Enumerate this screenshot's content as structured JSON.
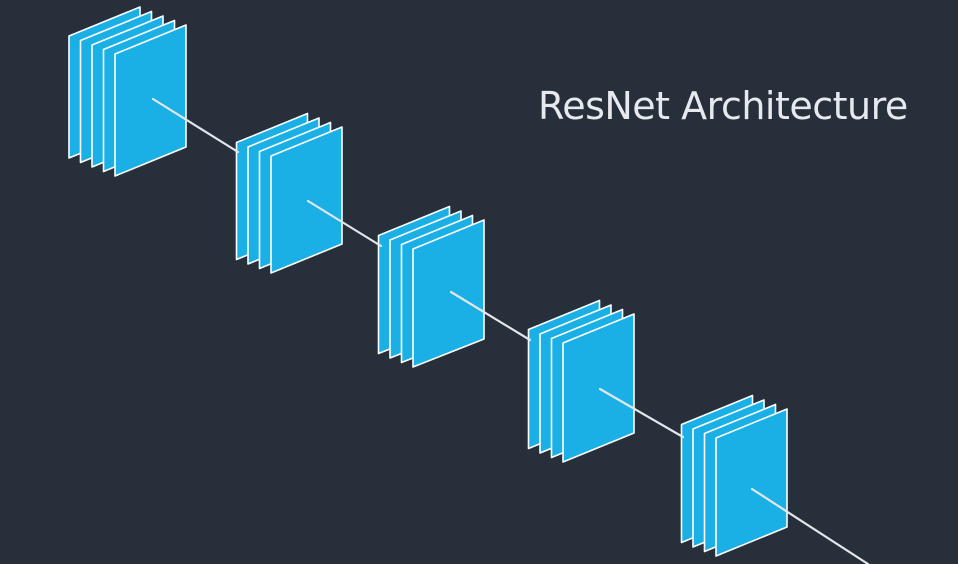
{
  "title": "ResNet Architecture",
  "diagram": {
    "colors": {
      "background": "#272f3b",
      "sheet_fill": "#1ab0e6",
      "sheet_stroke": "#ffffff",
      "connector": "#e3e6ea"
    },
    "stages": [
      {
        "sheets": 5
      },
      {
        "sheets": 4
      },
      {
        "sheets": 4
      },
      {
        "sheets": 4
      },
      {
        "sheets": 4
      }
    ]
  }
}
